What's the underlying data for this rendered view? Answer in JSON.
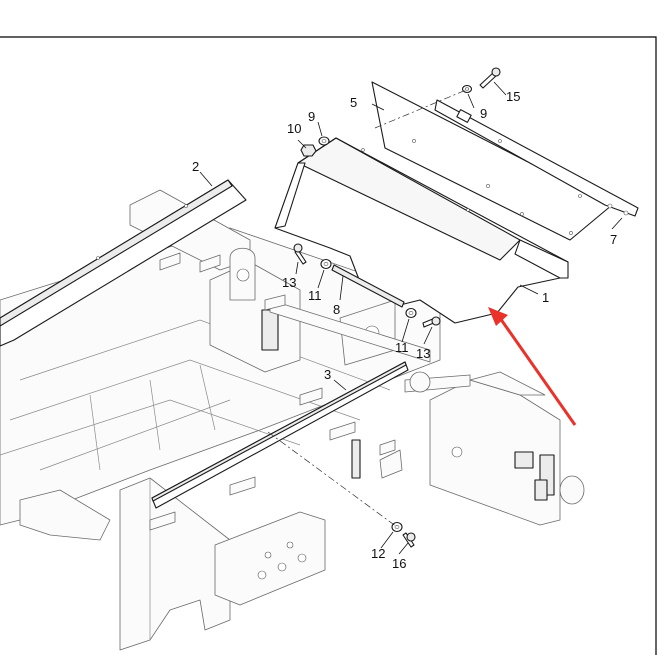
{
  "diagram": {
    "callouts": [
      {
        "id": "c1",
        "label": "1"
      },
      {
        "id": "c2",
        "label": "2"
      },
      {
        "id": "c3",
        "label": "3"
      },
      {
        "id": "c5",
        "label": "5"
      },
      {
        "id": "c7",
        "label": "7"
      },
      {
        "id": "c8",
        "label": "8"
      },
      {
        "id": "c9a",
        "label": "9"
      },
      {
        "id": "c9b",
        "label": "9"
      },
      {
        "id": "c10",
        "label": "10"
      },
      {
        "id": "c11a",
        "label": "11"
      },
      {
        "id": "c11b",
        "label": "11"
      },
      {
        "id": "c12",
        "label": "12"
      },
      {
        "id": "c13a",
        "label": "13"
      },
      {
        "id": "c13b",
        "label": "13"
      },
      {
        "id": "c15",
        "label": "15"
      },
      {
        "id": "c16",
        "label": "16"
      }
    ],
    "highlight_color": "#e8322a",
    "line_color": "#1a1a1a",
    "frame_color": "#6a6a6a"
  }
}
